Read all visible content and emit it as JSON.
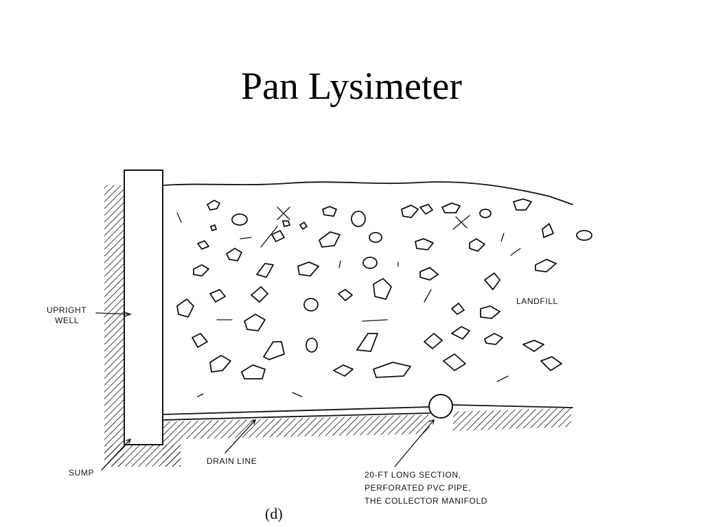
{
  "slide": {
    "title": "Pan Lysimeter"
  },
  "diagram": {
    "labels": {
      "upright_well_line1": "UPRIGHT",
      "upright_well_line2": "WELL",
      "landfill": "LANDFILL",
      "sump": "SUMP",
      "drain_line": "DRAIN LINE",
      "pipe_line1": "20-FT LONG SECTION,",
      "pipe_line2": "PERFORATED PVC PIPE,",
      "pipe_line3": "THE COLLECTOR MANIFOLD",
      "figure_label": "(d)"
    },
    "colors": {
      "ink": "#111111",
      "background": "#ffffff"
    }
  }
}
